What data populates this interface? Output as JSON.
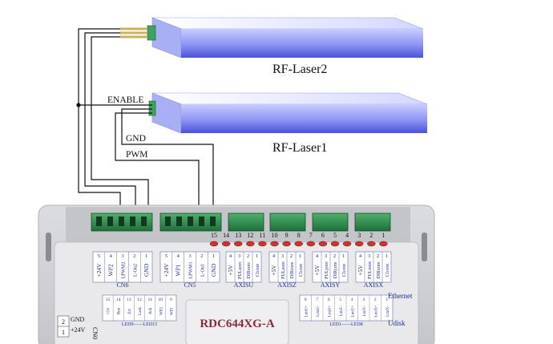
{
  "lasers": [
    {
      "name": "RF-Laser2"
    },
    {
      "name": "RF-Laser1"
    }
  ],
  "signals": {
    "enable": "ENABLE",
    "gnd": "GND",
    "pwm": "PWM"
  },
  "controller": {
    "model": "RDC644XG-A",
    "ethernet": "Ethernet",
    "udisk": "Udisk",
    "power_label": "+24V",
    "power_gnd": "GND",
    "power_pin_nums": [
      "2",
      "1"
    ],
    "power_partial": "CN0"
  },
  "connectors": [
    {
      "label": "CN6",
      "pin_nums": [
        "5",
        "4",
        "3",
        "2",
        "1"
      ],
      "pins": [
        "+24V",
        "WP2",
        "LPWM2",
        "L-On2",
        "GND"
      ]
    },
    {
      "label": "CN5",
      "pin_nums": [
        "5",
        "4",
        "3",
        "2",
        "1"
      ],
      "pins": [
        "+24V",
        "WP1",
        "LPWM1",
        "L-On1",
        "GND"
      ]
    },
    {
      "label": "AXISU",
      "pin_nums": [
        "4",
        "3",
        "2",
        "1"
      ],
      "pins": [
        "+5V",
        "PULuorc",
        "DIRuorc",
        "CIcore"
      ]
    },
    {
      "label": "AXISZ",
      "pin_nums": [
        "4",
        "3",
        "2",
        "1"
      ],
      "pins": [
        "+5V",
        "PULzore",
        "DIRzore",
        "CIcore"
      ]
    },
    {
      "label": "AXISY",
      "pin_nums": [
        "4",
        "3",
        "2",
        "1"
      ],
      "pins": [
        "+5V",
        "PULyore",
        "DIRyore",
        "CIcore"
      ]
    },
    {
      "label": "AXISX",
      "pin_nums": [
        "4",
        "3",
        "2",
        "1"
      ],
      "pins": [
        "+5V",
        "PULxore",
        "DIRxore",
        "CIcore"
      ]
    }
  ],
  "led_numbers": [
    "15",
    "14",
    "13",
    "12",
    "11",
    "10",
    "9",
    "8",
    "7",
    "6",
    "5",
    "4",
    "3",
    "2",
    "1"
  ],
  "led_block_left": {
    "pin_nums": [
      "15",
      "14",
      "13",
      "12",
      "11",
      "10",
      "9"
    ],
    "pins": [
      "+5V",
      "Run",
      "Err",
      "Lask",
      "Ack",
      "WP2",
      "WP1"
    ],
    "caption": "LED9——LED15"
  },
  "led_block_right": {
    "pin_nums": [
      "8",
      "7",
      "6",
      "5",
      "4",
      "3",
      "2",
      "1"
    ],
    "pins": [
      "LmtU+",
      "LmtU-",
      "LmtZ+",
      "LmtZ-",
      "LmtY+",
      "LmtY-",
      "LmtX+",
      "LmtX-"
    ],
    "caption": "LED1——LED8"
  },
  "colors": {
    "laser_face": "#6f78ee",
    "laser_top": "#e6e8ff",
    "terminal": "#2f8f4e",
    "board": "#cfd0d4",
    "led": "#cc3333"
  }
}
